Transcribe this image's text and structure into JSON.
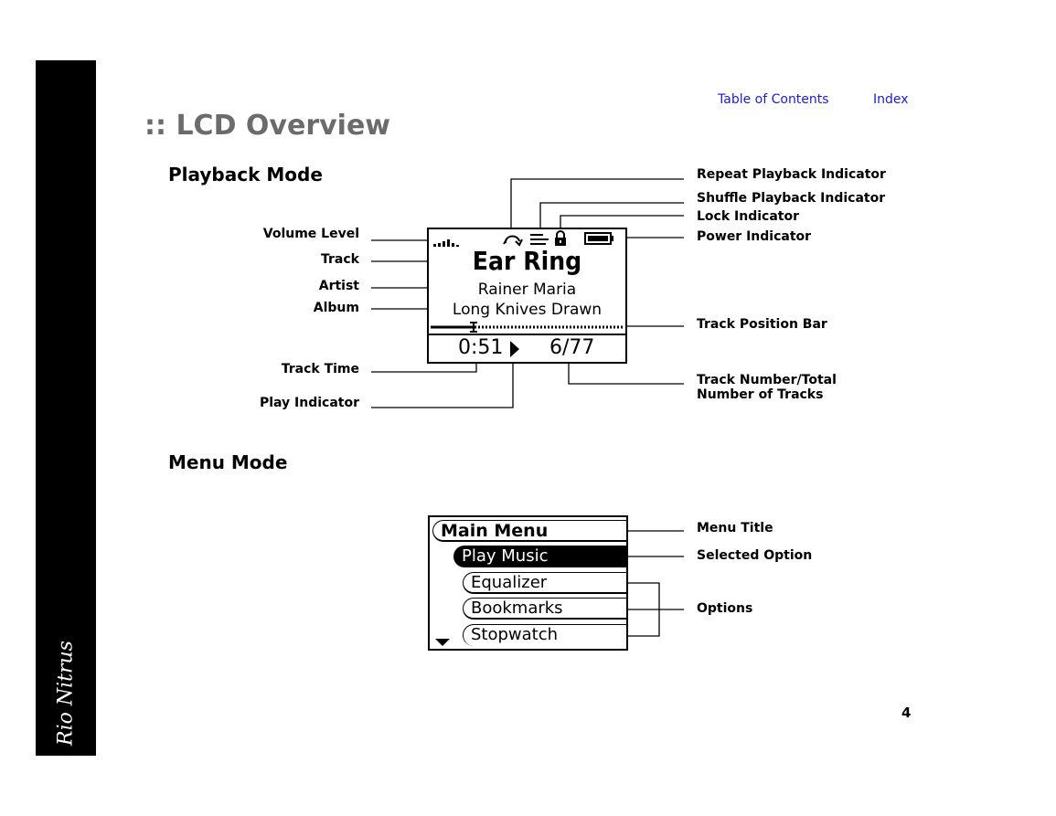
{
  "sidebar": {
    "brand": "Rio Nitrus"
  },
  "nav": {
    "toc": "Table of Contents",
    "index": "Index"
  },
  "page_title": ":: LCD Overview",
  "playback": {
    "heading": "Playback Mode",
    "left_labels": {
      "volume": "Volume Level",
      "track": "Track",
      "artist": "Artist",
      "album": "Album",
      "track_time": "Track Time",
      "play": "Play Indicator"
    },
    "right_labels": {
      "repeat": "Repeat Playback Indicator",
      "shuffle": "Shuffle Playback Indicator",
      "lock": "Lock Indicator",
      "power": "Power Indicator",
      "position": "Track Position Bar",
      "track_number_line1": "Track Number/Total",
      "track_number_line2": "Number of Tracks"
    },
    "lcd": {
      "track": "Ear Ring",
      "artist": "Rainer Maria",
      "album": "Long Knives Drawn",
      "time": "0:51",
      "track_count": "6/77",
      "position": 0.22
    }
  },
  "menu": {
    "heading": "Menu Mode",
    "lcd": {
      "title": "Main Menu",
      "selected": "Play Music",
      "options": [
        "Equalizer",
        "Bookmarks",
        "Stopwatch"
      ]
    },
    "labels": {
      "title": "Menu Title",
      "selected": "Selected Option",
      "options": "Options"
    }
  },
  "page_number": "4"
}
